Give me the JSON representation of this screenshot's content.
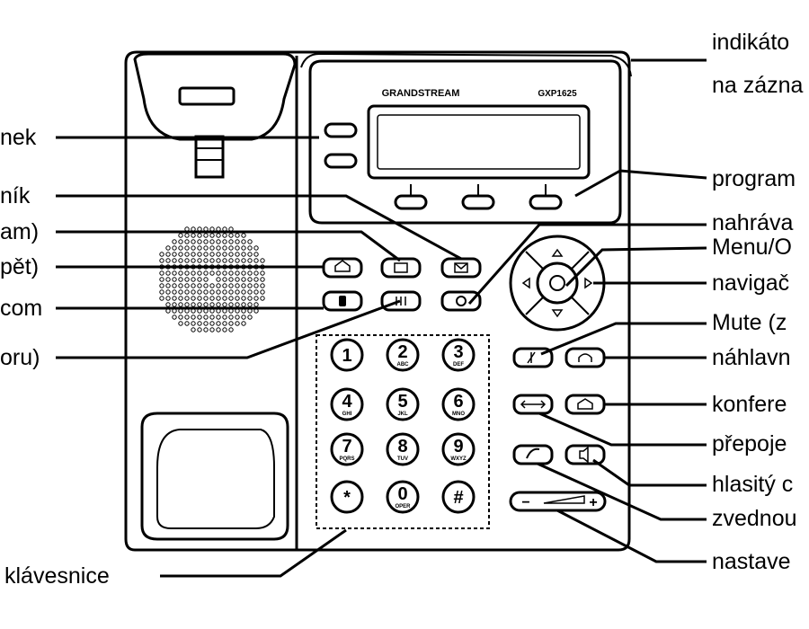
{
  "left_labels": [
    {
      "id": "l1",
      "text": "nek"
    },
    {
      "id": "l2",
      "text": "ník"
    },
    {
      "id": "l3",
      "text": "am)"
    },
    {
      "id": "l4",
      "text": "pět)"
    },
    {
      "id": "l5",
      "text": "com"
    },
    {
      "id": "l6",
      "text": "oru)"
    },
    {
      "id": "l7",
      "text": "klávesnice"
    }
  ],
  "right_labels": [
    {
      "id": "r1",
      "text": "indikáto"
    },
    {
      "id": "r1b",
      "text": "na zázna"
    },
    {
      "id": "r2",
      "text": "program"
    },
    {
      "id": "r3",
      "text": "nahráva"
    },
    {
      "id": "r4",
      "text": "Menu/O"
    },
    {
      "id": "r5",
      "text": "navigač"
    },
    {
      "id": "r6",
      "text": "Mute (z"
    },
    {
      "id": "r7",
      "text": "náhlavn"
    },
    {
      "id": "r8",
      "text": "konfere"
    },
    {
      "id": "r9",
      "text": "přepoje"
    },
    {
      "id": "r10",
      "text": "hlasitý c"
    },
    {
      "id": "r11",
      "text": "zvednou"
    },
    {
      "id": "r12",
      "text": "nastave"
    }
  ],
  "phone": {
    "brand": "GRANDSTREAM",
    "model": "GXP1625",
    "keypad": [
      {
        "digit": "1",
        "sub": ""
      },
      {
        "digit": "2",
        "sub": "ABC"
      },
      {
        "digit": "3",
        "sub": "DEF"
      },
      {
        "digit": "4",
        "sub": "GHI"
      },
      {
        "digit": "5",
        "sub": "JKL"
      },
      {
        "digit": "6",
        "sub": "MNO"
      },
      {
        "digit": "7",
        "sub": "PQRS"
      },
      {
        "digit": "8",
        "sub": "TUV"
      },
      {
        "digit": "9",
        "sub": "WXYZ"
      },
      {
        "digit": "*",
        "sub": ""
      },
      {
        "digit": "0",
        "sub": "OPER"
      },
      {
        "digit": "#",
        "sub": ""
      }
    ],
    "volume_minus": "−",
    "volume_plus": "+"
  },
  "colors": {
    "line": "#000000",
    "background": "#ffffff"
  }
}
